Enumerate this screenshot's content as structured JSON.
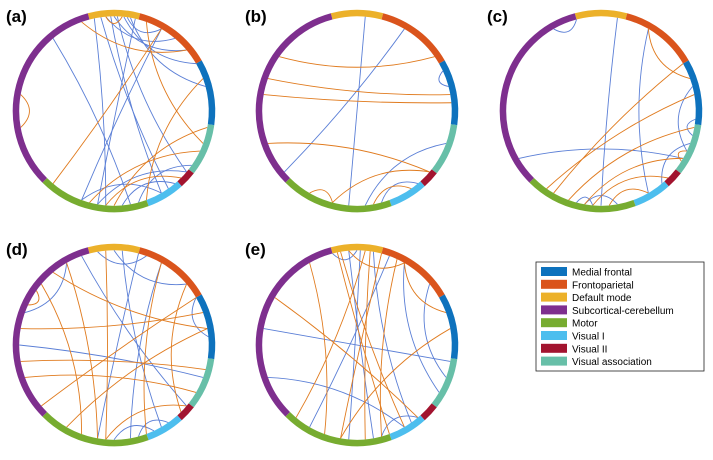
{
  "networks": [
    {
      "name": "Medial frontal",
      "color": "#0e72bd"
    },
    {
      "name": "Frontoparietal",
      "color": "#da541c"
    },
    {
      "name": "Default mode",
      "color": "#ecb12a"
    },
    {
      "name": "Subcortical-cerebellum",
      "color": "#7e2f8e"
    },
    {
      "name": "Motor",
      "color": "#77ac30"
    },
    {
      "name": "Visual I",
      "color": "#4dbeee"
    },
    {
      "name": "Visual II",
      "color": "#a2142f"
    },
    {
      "name": "Visual association",
      "color": "#67bfa8"
    }
  ],
  "ring_arcs_deg": [
    {
      "network": "Default mode",
      "start": 255,
      "end": 285
    },
    {
      "network": "Frontoparietal",
      "start": 285,
      "end": 330
    },
    {
      "network": "Medial frontal",
      "start": 330,
      "end": 8
    },
    {
      "network": "Visual association",
      "start": 8,
      "end": 38
    },
    {
      "network": "Visual II",
      "start": 38,
      "end": 48
    },
    {
      "network": "Visual I",
      "start": 48,
      "end": 70
    },
    {
      "network": "Motor",
      "start": 70,
      "end": 135
    },
    {
      "network": "Subcortical-cerebellum",
      "start": 135,
      "end": 255
    }
  ],
  "edge_colors": {
    "positive": "#e07b1f",
    "negative": "#5b7fd6"
  },
  "panels": [
    {
      "label": "(a)",
      "edges": [
        {
          "from": 262,
          "to": 55,
          "type": "negative"
        },
        {
          "from": 268,
          "to": 60,
          "type": "negative"
        },
        {
          "from": 272,
          "to": 40,
          "type": "negative"
        },
        {
          "from": 276,
          "to": 330,
          "type": "negative"
        },
        {
          "from": 270,
          "to": 320,
          "type": "negative"
        },
        {
          "from": 265,
          "to": 310,
          "type": "negative"
        },
        {
          "from": 280,
          "to": 345,
          "type": "negative"
        },
        {
          "from": 258,
          "to": 95,
          "type": "negative"
        },
        {
          "from": 283,
          "to": 100,
          "type": "negative"
        },
        {
          "from": 230,
          "to": 80,
          "type": "negative"
        },
        {
          "from": 300,
          "to": 110,
          "type": "negative"
        },
        {
          "from": 60,
          "to": 110,
          "type": "negative"
        },
        {
          "from": 50,
          "to": 85,
          "type": "negative"
        },
        {
          "from": 40,
          "to": 100,
          "type": "negative"
        },
        {
          "from": 35,
          "to": 75,
          "type": "negative"
        },
        {
          "from": 278,
          "to": 300,
          "type": "negative"
        },
        {
          "from": 290,
          "to": 20,
          "type": "positive"
        },
        {
          "from": 300,
          "to": 130,
          "type": "positive"
        },
        {
          "from": 170,
          "to": 190,
          "type": "positive"
        },
        {
          "from": 10,
          "to": 90,
          "type": "positive"
        },
        {
          "from": 25,
          "to": 105,
          "type": "positive"
        },
        {
          "from": 45,
          "to": 95,
          "type": "positive"
        },
        {
          "from": 340,
          "to": 70,
          "type": "positive"
        },
        {
          "from": 250,
          "to": 320,
          "type": "positive"
        },
        {
          "from": 265,
          "to": 275,
          "type": "positive"
        }
      ]
    },
    {
      "label": "(b)",
      "edges": [
        {
          "from": 275,
          "to": 95,
          "type": "negative"
        },
        {
          "from": 300,
          "to": 140,
          "type": "negative"
        },
        {
          "from": 335,
          "to": 345,
          "type": "negative"
        },
        {
          "from": 20,
          "to": 85,
          "type": "negative"
        },
        {
          "from": 50,
          "to": 75,
          "type": "negative"
        },
        {
          "from": 190,
          "to": 355,
          "type": "positive"
        },
        {
          "from": 200,
          "to": 350,
          "type": "positive"
        },
        {
          "from": 215,
          "to": 325,
          "type": "positive"
        },
        {
          "from": 160,
          "to": 40,
          "type": "positive"
        },
        {
          "from": 40,
          "to": 105,
          "type": "positive"
        },
        {
          "from": 55,
          "to": 80,
          "type": "positive"
        },
        {
          "from": 105,
          "to": 120,
          "type": "positive"
        }
      ]
    },
    {
      "label": "(c)",
      "edges": [
        {
          "from": 240,
          "to": 255,
          "type": "negative"
        },
        {
          "from": 300,
          "to": 60,
          "type": "negative"
        },
        {
          "from": 280,
          "to": 90,
          "type": "negative"
        },
        {
          "from": 150,
          "to": 30,
          "type": "negative"
        },
        {
          "from": 345,
          "to": 25,
          "type": "negative"
        },
        {
          "from": 20,
          "to": 50,
          "type": "negative"
        },
        {
          "from": 5,
          "to": 15,
          "type": "negative"
        },
        {
          "from": 95,
          "to": 105,
          "type": "negative"
        },
        {
          "from": 80,
          "to": 100,
          "type": "negative"
        },
        {
          "from": 330,
          "to": 120,
          "type": "positive"
        },
        {
          "from": 350,
          "to": 125,
          "type": "positive"
        },
        {
          "from": 10,
          "to": 110,
          "type": "positive"
        },
        {
          "from": 30,
          "to": 100,
          "type": "positive"
        },
        {
          "from": 45,
          "to": 95,
          "type": "positive"
        },
        {
          "from": 300,
          "to": 340,
          "type": "positive"
        },
        {
          "from": 60,
          "to": 85,
          "type": "positive"
        },
        {
          "from": 25,
          "to": 32,
          "type": "positive"
        }
      ]
    },
    {
      "label": "(d)",
      "edges": [
        {
          "from": 260,
          "to": 290,
          "type": "negative"
        },
        {
          "from": 270,
          "to": 320,
          "type": "negative"
        },
        {
          "from": 275,
          "to": 60,
          "type": "negative"
        },
        {
          "from": 285,
          "to": 100,
          "type": "negative"
        },
        {
          "from": 250,
          "to": 40,
          "type": "negative"
        },
        {
          "from": 300,
          "to": 80,
          "type": "negative"
        },
        {
          "from": 330,
          "to": 355,
          "type": "negative"
        },
        {
          "from": 180,
          "to": 20,
          "type": "negative"
        },
        {
          "from": 55,
          "to": 75,
          "type": "negative"
        },
        {
          "from": 65,
          "to": 90,
          "type": "negative"
        },
        {
          "from": 200,
          "to": 240,
          "type": "negative"
        },
        {
          "from": 230,
          "to": 350,
          "type": "positive"
        },
        {
          "from": 190,
          "to": 340,
          "type": "positive"
        },
        {
          "from": 170,
          "to": 15,
          "type": "positive"
        },
        {
          "from": 160,
          "to": 30,
          "type": "positive"
        },
        {
          "from": 140,
          "to": 330,
          "type": "positive"
        },
        {
          "from": 220,
          "to": 110,
          "type": "positive"
        },
        {
          "from": 240,
          "to": 100,
          "type": "positive"
        },
        {
          "from": 265,
          "to": 95,
          "type": "positive"
        },
        {
          "from": 300,
          "to": 70,
          "type": "positive"
        },
        {
          "from": 320,
          "to": 45,
          "type": "positive"
        },
        {
          "from": 350,
          "to": 120,
          "type": "positive"
        },
        {
          "from": 40,
          "to": 95,
          "type": "positive"
        },
        {
          "from": 205,
          "to": 215,
          "type": "positive"
        }
      ]
    },
    {
      "label": "(e)",
      "edges": [
        {
          "from": 265,
          "to": 80,
          "type": "negative"
        },
        {
          "from": 272,
          "to": 95,
          "type": "negative"
        },
        {
          "from": 280,
          "to": 55,
          "type": "negative"
        },
        {
          "from": 290,
          "to": 120,
          "type": "negative"
        },
        {
          "from": 300,
          "to": 30,
          "type": "negative"
        },
        {
          "from": 320,
          "to": 20,
          "type": "negative"
        },
        {
          "from": 190,
          "to": 10,
          "type": "negative"
        },
        {
          "from": 160,
          "to": 60,
          "type": "negative"
        },
        {
          "from": 50,
          "to": 75,
          "type": "negative"
        },
        {
          "from": 255,
          "to": 270,
          "type": "negative"
        },
        {
          "from": 260,
          "to": 60,
          "type": "positive"
        },
        {
          "from": 258,
          "to": 70,
          "type": "positive"
        },
        {
          "from": 278,
          "to": 85,
          "type": "positive"
        },
        {
          "from": 285,
          "to": 100,
          "type": "positive"
        },
        {
          "from": 295,
          "to": 75,
          "type": "positive"
        },
        {
          "from": 240,
          "to": 110,
          "type": "positive"
        },
        {
          "from": 210,
          "to": 50,
          "type": "positive"
        },
        {
          "from": 300,
          "to": 340,
          "type": "positive"
        },
        {
          "from": 350,
          "to": 100,
          "type": "positive"
        },
        {
          "from": 275,
          "to": 130,
          "type": "positive"
        },
        {
          "from": 265,
          "to": 300,
          "type": "positive"
        }
      ]
    }
  ]
}
